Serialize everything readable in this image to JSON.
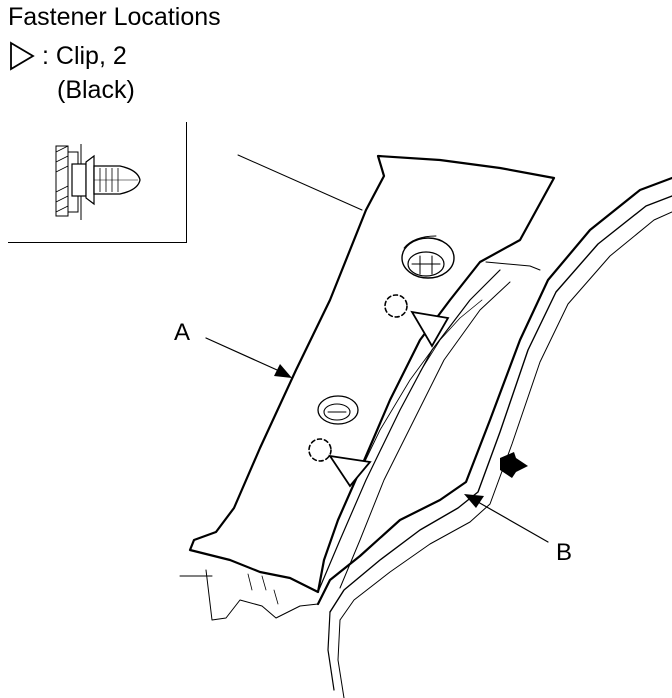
{
  "title": "Fastener Locations",
  "legend": {
    "symbol_icon": "triangle-outline-icon",
    "text": ": Clip, 2",
    "color_note": "(Black)"
  },
  "callouts": {
    "a": "A",
    "b": "B"
  }
}
